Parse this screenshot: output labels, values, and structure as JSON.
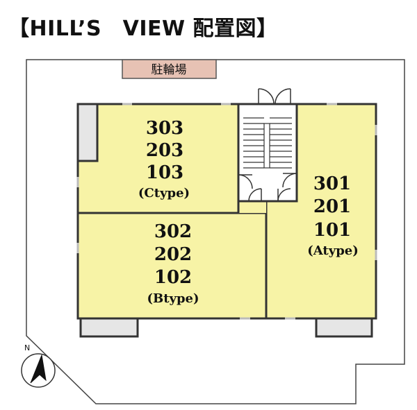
{
  "title": "【HILL’S　VIEW 配置図】",
  "bicycle_parking": {
    "label": "駐輪場"
  },
  "units": {
    "c": {
      "lines": [
        "303",
        "203",
        "103",
        "(Ctype)"
      ]
    },
    "b": {
      "lines": [
        "302",
        "202",
        "102",
        "(Btype)"
      ]
    },
    "a": {
      "lines": [
        "301",
        "201",
        "101",
        "(Atype)"
      ]
    }
  },
  "north_label": "N",
  "colors": {
    "unit_fill": "#f7f3a6",
    "parking_fill": "#e7c2b4",
    "wall": "#333333",
    "balcony": "#e6e6e6"
  }
}
